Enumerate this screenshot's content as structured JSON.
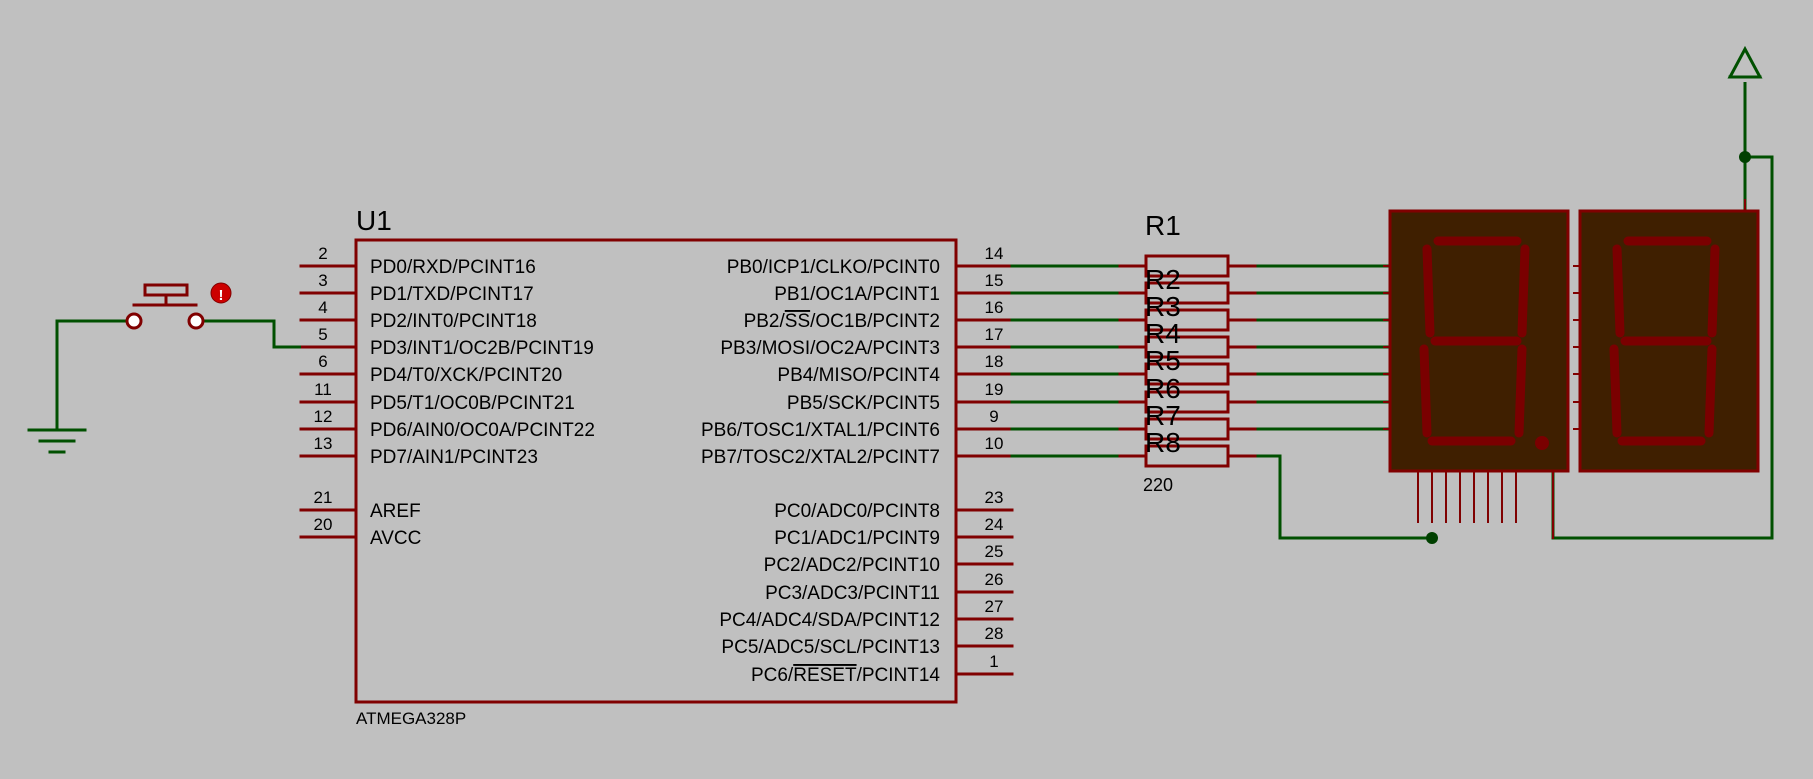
{
  "colors": {
    "background": "#c0c0c0",
    "component": "#800000",
    "wire": "#005000",
    "display_body": "#3f1f00",
    "segment": "#7a0000",
    "text": "#000000",
    "junction": "#004000"
  },
  "mcu": {
    "ref": "U1",
    "part": "ATMEGA328P",
    "left_pins": [
      {
        "num": "2",
        "name": "PD0/RXD/PCINT16"
      },
      {
        "num": "3",
        "name": "PD1/TXD/PCINT17"
      },
      {
        "num": "4",
        "name": "PD2/INT0/PCINT18"
      },
      {
        "num": "5",
        "name": "PD3/INT1/OC2B/PCINT19"
      },
      {
        "num": "6",
        "name": "PD4/T0/XCK/PCINT20"
      },
      {
        "num": "11",
        "name": "PD5/T1/OC0B/PCINT21"
      },
      {
        "num": "12",
        "name": "PD6/AIN0/OC0A/PCINT22"
      },
      {
        "num": "13",
        "name": "PD7/AIN1/PCINT23"
      },
      {
        "num": "21",
        "name": "AREF"
      },
      {
        "num": "20",
        "name": "AVCC"
      }
    ],
    "right_pins": [
      {
        "num": "14",
        "name": "PB0/ICP1/CLKO/PCINT0"
      },
      {
        "num": "15",
        "name": "PB1/OC1A/PCINT1"
      },
      {
        "num": "16",
        "name": "PB2/SS/OC1B/PCINT2",
        "overline": "SS"
      },
      {
        "num": "17",
        "name": "PB3/MOSI/OC2A/PCINT3"
      },
      {
        "num": "18",
        "name": "PB4/MISO/PCINT4"
      },
      {
        "num": "19",
        "name": "PB5/SCK/PCINT5"
      },
      {
        "num": "9",
        "name": "PB6/TOSC1/XTAL1/PCINT6"
      },
      {
        "num": "10",
        "name": "PB7/TOSC2/XTAL2/PCINT7"
      },
      {
        "num": "23",
        "name": "PC0/ADC0/PCINT8"
      },
      {
        "num": "24",
        "name": "PC1/ADC1/PCINT9"
      },
      {
        "num": "25",
        "name": "PC2/ADC2/PCINT10"
      },
      {
        "num": "26",
        "name": "PC3/ADC3/PCINT11"
      },
      {
        "num": "27",
        "name": "PC4/ADC4/SDA/PCINT12"
      },
      {
        "num": "28",
        "name": "PC5/ADC5/SCL/PCINT13"
      },
      {
        "num": "1",
        "name": "PC6/RESET/PCINT14",
        "overline": "RESET"
      }
    ]
  },
  "resistors": {
    "labels": [
      "R1",
      "R2",
      "R3",
      "R4",
      "R5",
      "R6",
      "R7",
      "R8"
    ],
    "value": "220"
  },
  "displays": {
    "count": 2,
    "icons": [
      "seven-segment-display-icon",
      "seven-segment-display-icon"
    ]
  },
  "button": {
    "icon": "push-button-icon",
    "indicator_icon": "exclamation-marker-icon"
  },
  "ground": {
    "icon": "ground-icon"
  },
  "power": {
    "icon": "power-terminal-icon"
  }
}
